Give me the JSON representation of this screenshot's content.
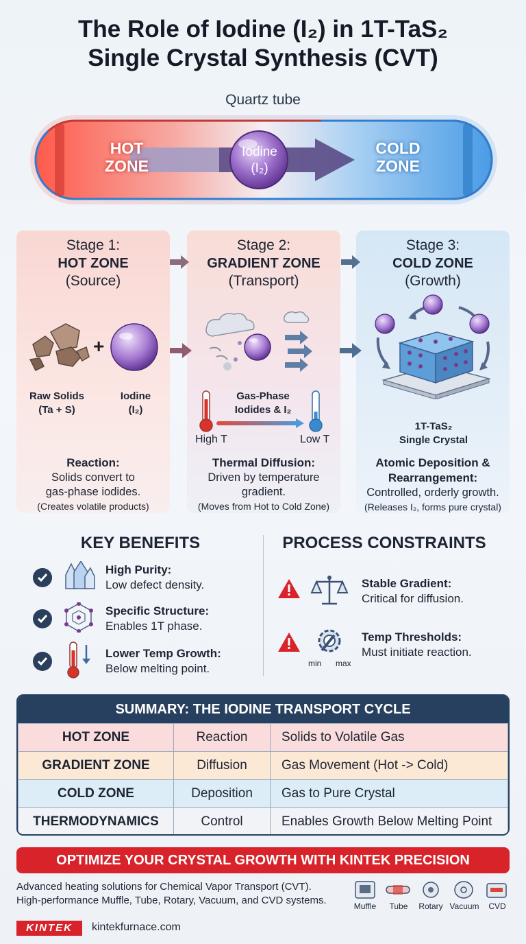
{
  "title_line1": "The Role of Iodine (I₂) in 1T-TaS₂",
  "title_line2": "Single Crystal Synthesis (CVT)",
  "tube": {
    "label": "Quartz tube",
    "hot_line1": "HOT",
    "hot_line2": "ZONE",
    "cold_line1": "COLD",
    "cold_line2": "ZONE",
    "iodine_line1": "Iodine",
    "iodine_line2": "(I₂)"
  },
  "stages": [
    {
      "head": "Stage 1:",
      "name": "HOT ZONE",
      "sub": "(Source)",
      "label_a1": "Raw Solids",
      "label_a2": "(Ta + S)",
      "label_b1": "Iodine",
      "label_b2": "(I₂)",
      "desc_title": "Reaction:",
      "desc1": "Solids convert to",
      "desc2": "gas-phase iodides.",
      "note": "(Creates volatile products)"
    },
    {
      "head": "Stage 2:",
      "name": "GRADIENT ZONE",
      "sub": "(Transport)",
      "label1": "Gas-Phase",
      "label2": "Iodides & I₂",
      "high": "High T",
      "low": "Low T",
      "desc_title": "Thermal Diffusion:",
      "desc1": "Driven by temperature",
      "desc2": "gradient.",
      "note": "(Moves from Hot to Cold Zone)"
    },
    {
      "head": "Stage 3:",
      "name": "COLD ZONE",
      "sub": "(Growth)",
      "label1": "1T-TaS₂",
      "label2": "Single Crystal",
      "desc_title1": "Atomic Deposition &",
      "desc_title2": "Rearrangement:",
      "desc1": "Controlled, orderly growth.",
      "note": "(Releases I₂, forms pure crystal)"
    }
  ],
  "benefits": {
    "title": "KEY BENEFITS",
    "items": [
      {
        "bold": "High Purity:",
        "text": "Low defect density.",
        "icon": "crystal-icon"
      },
      {
        "bold": "Specific Structure:",
        "text": "Enables 1T phase.",
        "icon": "lattice-icon"
      },
      {
        "bold": "Lower Temp Growth:",
        "text": "Below melting point.",
        "icon": "thermometer-icon"
      }
    ]
  },
  "constraints": {
    "title": "PROCESS CONSTRAINTS",
    "items": [
      {
        "bold": "Stable Gradient:",
        "text": "Critical for diffusion.",
        "icon": "balance-scale-icon"
      },
      {
        "bold": "Temp Thresholds:",
        "text": "Must initiate reaction.",
        "icon": "gear-wrench-icon",
        "min": "min",
        "max": "max"
      }
    ]
  },
  "summary": {
    "title": "SUMMARY: THE IODINE TRANSPORT CYCLE",
    "rows": [
      {
        "zone": "HOT ZONE",
        "process": "Reaction",
        "result": "Solids to Volatile Gas",
        "color": "#fbdcdc"
      },
      {
        "zone": "GRADIENT ZONE",
        "process": "Diffusion",
        "result": "Gas Movement (Hot -> Cold)",
        "color": "#fbe9d6"
      },
      {
        "zone": "COLD ZONE",
        "process": "Deposition",
        "result": "Gas to Pure Crystal",
        "color": "#dcedf7"
      },
      {
        "zone": "THERMODYNAMICS",
        "process": "Control",
        "result": "Enables Growth Below Melting Point",
        "color": "#f1f3f6"
      }
    ]
  },
  "cta": "OPTIMIZE YOUR CRYSTAL GROWTH WITH KINTEK PRECISION",
  "footer": {
    "line1": "Advanced heating solutions for Chemical Vapor Transport (CVT).",
    "line2": "High-performance Muffle, Tube, Rotary, Vacuum, and CVD systems.",
    "brand": "KINTEK",
    "url": "kintekfurnace.com",
    "furnaces": [
      "Muffle",
      "Tube",
      "Rotary",
      "Vacuum",
      "CVD"
    ]
  },
  "colors": {
    "hot": "#e8433a",
    "cold": "#3f8fd6",
    "navy": "#27405f",
    "accent": "#d8232a",
    "iodine": "#7a4cb0"
  }
}
